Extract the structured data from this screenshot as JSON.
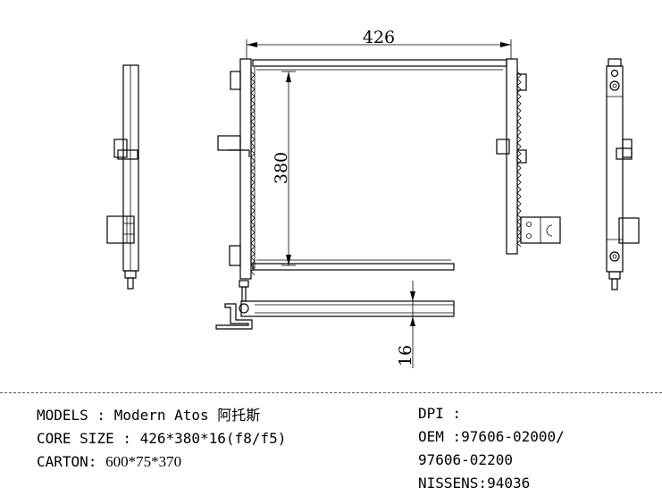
{
  "drawing": {
    "dim_width": "426",
    "dim_height": "380",
    "dim_thickness": "16"
  },
  "specs": {
    "models_label": "MODELS : ",
    "models_value": "Modern Atos  阿托斯",
    "core_label": "CORE SIZE : ",
    "core_value": "426*380*16(f8/f5)",
    "carton_label": "CARTON: ",
    "carton_value": "600*75*370"
  },
  "refs": {
    "dpi": "DPI :",
    "oem_line1": "OEM :97606-02000/",
    "oem_line2": "97606-02200",
    "nissens": "NISSENS:94036"
  }
}
